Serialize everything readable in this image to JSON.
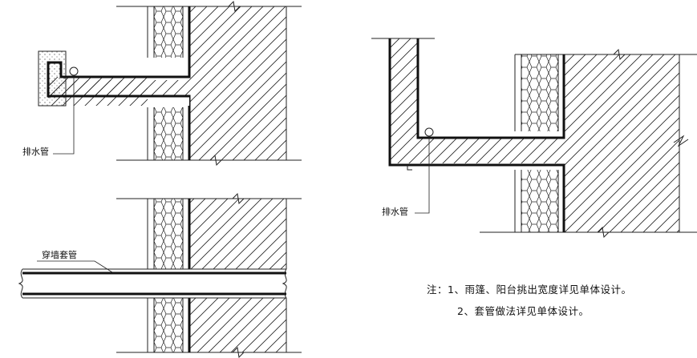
{
  "labels": {
    "drain_pipe_left": "排水管",
    "drain_pipe_right": "排水管",
    "wall_sleeve": "穿墙套管"
  },
  "notes": {
    "prefix": "注：",
    "line1": "1、雨篷、阳台挑出宽度详见单体设计。",
    "line2": "2、套管做法详见单体设计。"
  }
}
